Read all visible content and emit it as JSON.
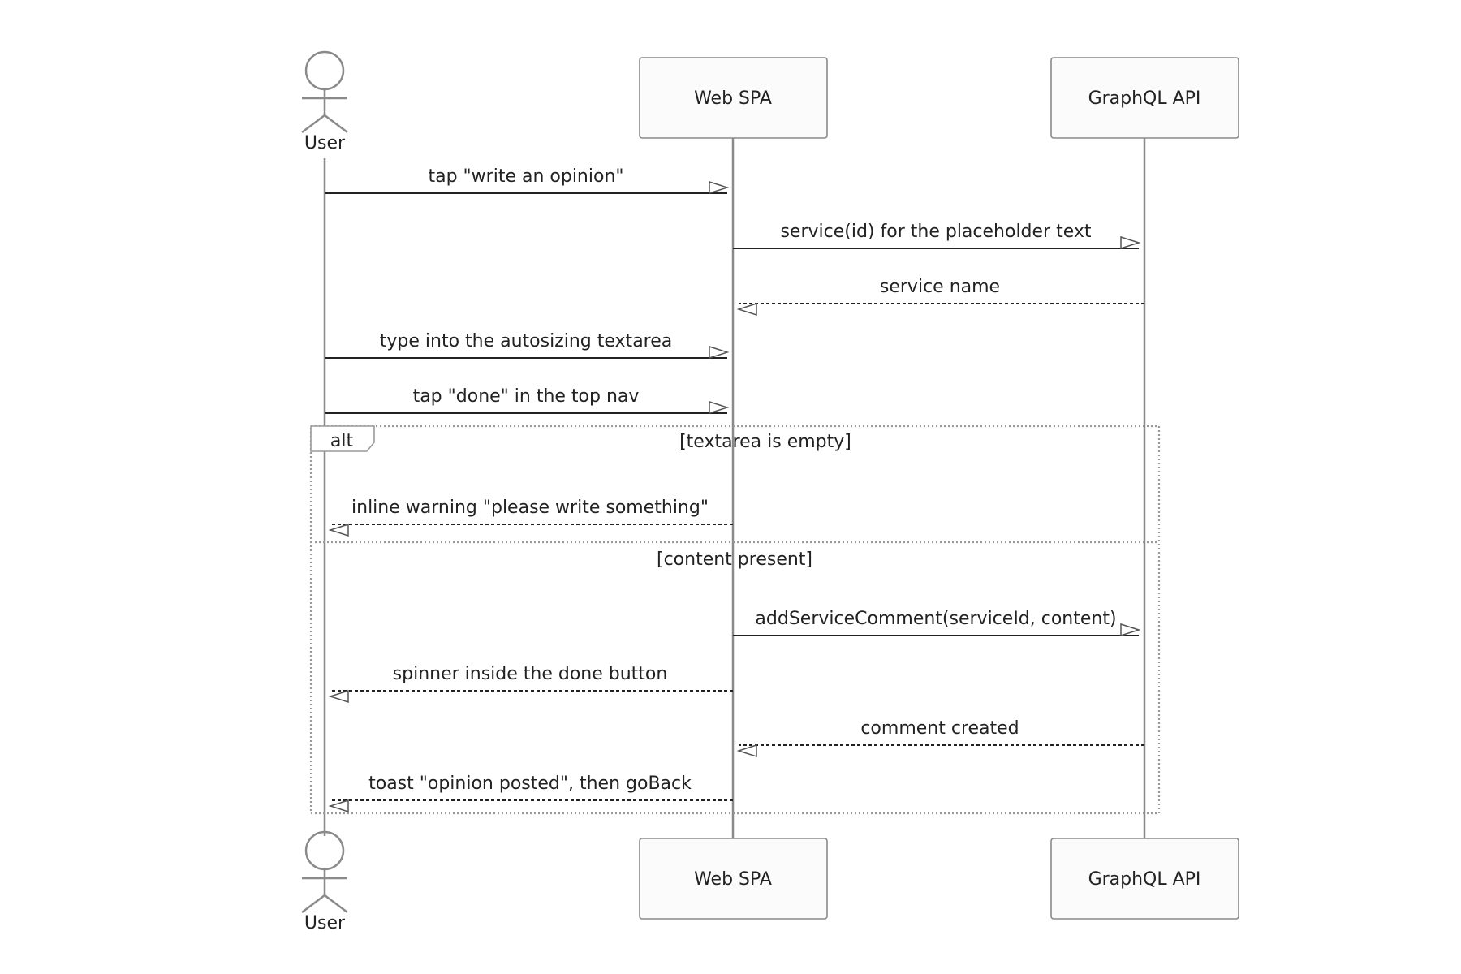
{
  "participants": [
    {
      "id": "user",
      "kind": "actor",
      "label": "User"
    },
    {
      "id": "spa",
      "kind": "box",
      "label": "Web SPA"
    },
    {
      "id": "api",
      "kind": "box",
      "label": "GraphQL API"
    }
  ],
  "messages": [
    {
      "from": "user",
      "to": "spa",
      "style": "solid",
      "label": "tap \"write an opinion\""
    },
    {
      "from": "spa",
      "to": "api",
      "style": "solid",
      "label": "service(id) for the placeholder text"
    },
    {
      "from": "api",
      "to": "spa",
      "style": "dashed",
      "label": "service name"
    },
    {
      "from": "user",
      "to": "spa",
      "style": "solid",
      "label": "type into the autosizing textarea"
    },
    {
      "from": "user",
      "to": "spa",
      "style": "solid",
      "label": "tap \"done\" in the top nav"
    },
    {
      "from": "spa",
      "to": "user",
      "style": "dashed",
      "label": "inline warning \"please write something\""
    },
    {
      "from": "spa",
      "to": "api",
      "style": "solid",
      "label": "addServiceComment(serviceId, content)"
    },
    {
      "from": "spa",
      "to": "user",
      "style": "dashed",
      "label": "spinner inside the done button"
    },
    {
      "from": "api",
      "to": "spa",
      "style": "dashed",
      "label": "comment created"
    },
    {
      "from": "spa",
      "to": "user",
      "style": "dashed",
      "label": "toast \"opinion posted\", then goBack"
    }
  ],
  "fragment": {
    "type": "alt",
    "conditions": [
      "[textarea is empty]",
      "[content present]"
    ]
  }
}
